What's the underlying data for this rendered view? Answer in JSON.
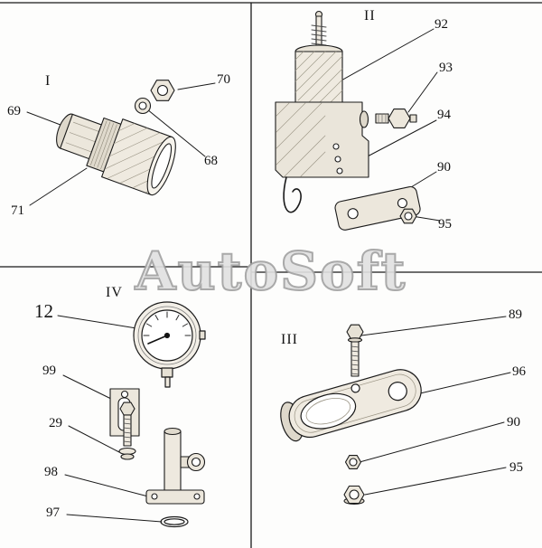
{
  "watermark": "AutoSoft",
  "quadrants": {
    "top_left": {
      "label": "I",
      "callouts": {
        "n70": "70",
        "n69": "69",
        "n68": "68",
        "n71": "71"
      }
    },
    "top_right": {
      "label": "II",
      "callouts": {
        "n92": "92",
        "n93": "93",
        "n94": "94",
        "n90": "90",
        "n95": "95"
      }
    },
    "bottom_left": {
      "label": "IV",
      "callouts": {
        "n12": "12",
        "n99": "99",
        "n29": "29",
        "n98": "98",
        "n97": "97"
      }
    },
    "bottom_right": {
      "label": "III",
      "callouts": {
        "n89": "89",
        "n96": "96",
        "n90": "90",
        "n95": "95"
      }
    }
  },
  "colors": {
    "line": "#1a1a1a",
    "fill": "#f0ece3",
    "watermark": "#ededed"
  }
}
